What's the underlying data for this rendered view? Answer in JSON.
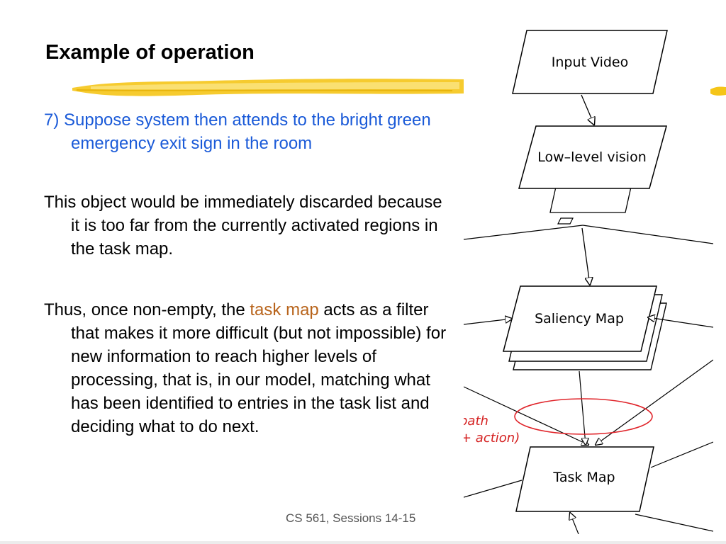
{
  "slide": {
    "title": "Example of operation",
    "point7": "7) Suppose system then attends to the bright green emergency exit sign in the room",
    "para1": "This object would be immediately discarded because it is too far from the currently activated regions in the task map.",
    "para2_pre": "Thus, once non-empty, the ",
    "para2_highlight": "task map",
    "para2_post": " acts as a filter that makes it more difficult (but not impossible) for new information to reach higher levels of processing, that is, in our model, matching what has been identified to entries in the task list and deciding what to do next.",
    "footer": "CS 561,  Sessions 14-15"
  },
  "diagram": {
    "nodes": {
      "input_video": "Input Video",
      "low_level_vision": "Low–level vision",
      "saliency_map": "Saliency Map",
      "task_map": "Task Map"
    },
    "side_label_1": "path",
    "side_label_2": "+ action)"
  },
  "colors": {
    "title_text": "#000000",
    "blue_text": "#1a5ad8",
    "highlight_text": "#b8641c",
    "brush": "#f5c518",
    "ellipse": "#e0242a",
    "side_label": "#d42020"
  }
}
